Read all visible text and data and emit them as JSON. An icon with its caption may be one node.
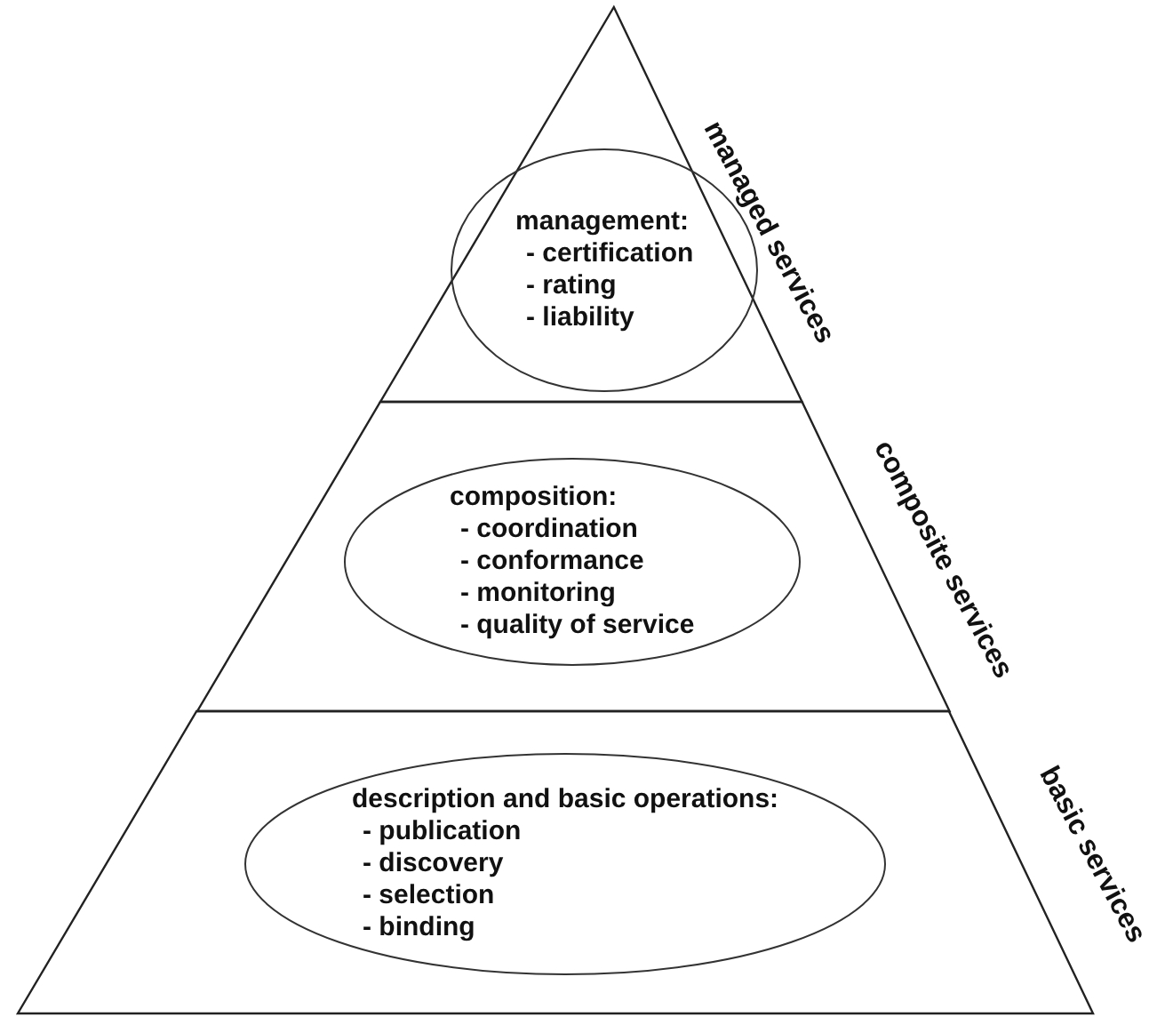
{
  "diagram": {
    "nodes": [
      {
        "text": [
          "managed services"
        ]
      },
      {
        "text": [
          "management:",
          "- certification",
          "- rating",
          "- liability"
        ],
        "in": 0
      },
      {
        "text": [
          "composite services"
        ]
      },
      {
        "text": [
          "composition:",
          "- coordination",
          "- conformance",
          "- monitoring",
          "- quality of service"
        ],
        "in": 2
      },
      {
        "text": [
          "basic services"
        ]
      },
      {
        "text": [
          "description and basic operations:",
          "- publication",
          "- discovery",
          "- selection",
          "- binding"
        ],
        "in": 4
      }
    ],
    "edges": []
  }
}
